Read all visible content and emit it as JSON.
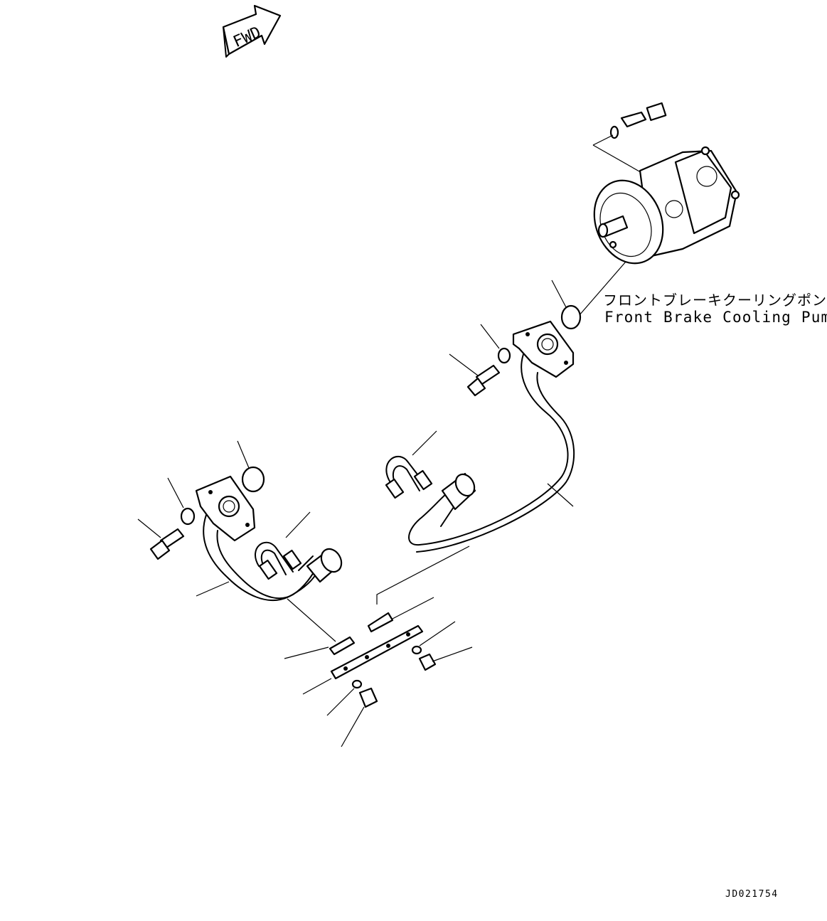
{
  "fwd_arrow": {
    "label": "FWD"
  },
  "pump_label": {
    "japanese": "フロントブレーキクーリングポンプ",
    "english": "Front Brake Cooling Pump"
  },
  "drawing_id": "JD021754",
  "colors": {
    "line": "#000000",
    "background": "#ffffff"
  }
}
